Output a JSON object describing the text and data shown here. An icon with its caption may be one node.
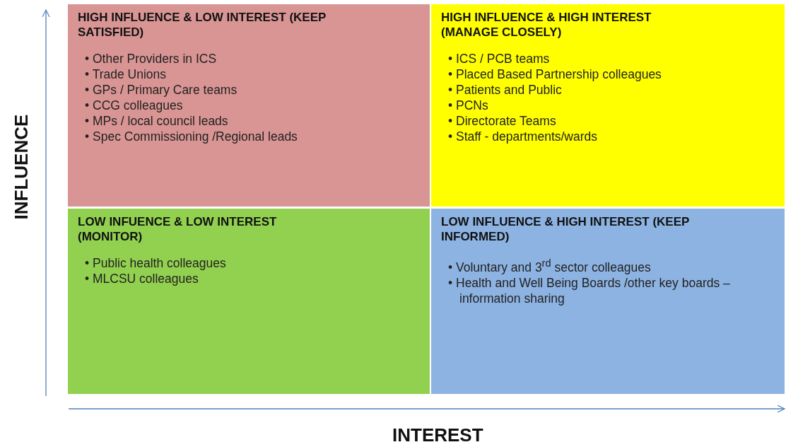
{
  "diagram": {
    "nodes": [
      {
        "text": [
          "HIGH INFLUENCE & LOW INTEREST (KEEP SATISFIED)",
          "• Other Providers in ICS",
          "• Trade Unions",
          "• GPs / Primary Care teams",
          "• CCG colleagues",
          "• MPs / local council leads",
          "• Spec Commissioning /Regional leads"
        ]
      },
      {
        "text": [
          "HIGH INFLUENCE & HIGH INTEREST (MANAGE CLOSELY)",
          "• ICS / PCB teams",
          "• Placed Based Partnership colleagues",
          "• Patients and Public",
          "• PCNs",
          "• Directorate Teams",
          "• Staff - departments/wards"
        ]
      },
      {
        "text": [
          "LOW INFUENCE & LOW INTEREST (MONITOR)",
          "• Public health colleagues",
          "• MLCSU colleagues"
        ]
      },
      {
        "text": [
          "LOW INFLUENCE & HIGH INTEREST (KEEP INFORMED)",
          "• Voluntary and 3$^{rd}$ sector colleagues",
          "• Health and Well Being Boards /other key boards – information sharing"
        ]
      }
    ],
    "edges": [],
    "labels": [
      "INFLUENCE",
      "INTEREST"
    ]
  }
}
